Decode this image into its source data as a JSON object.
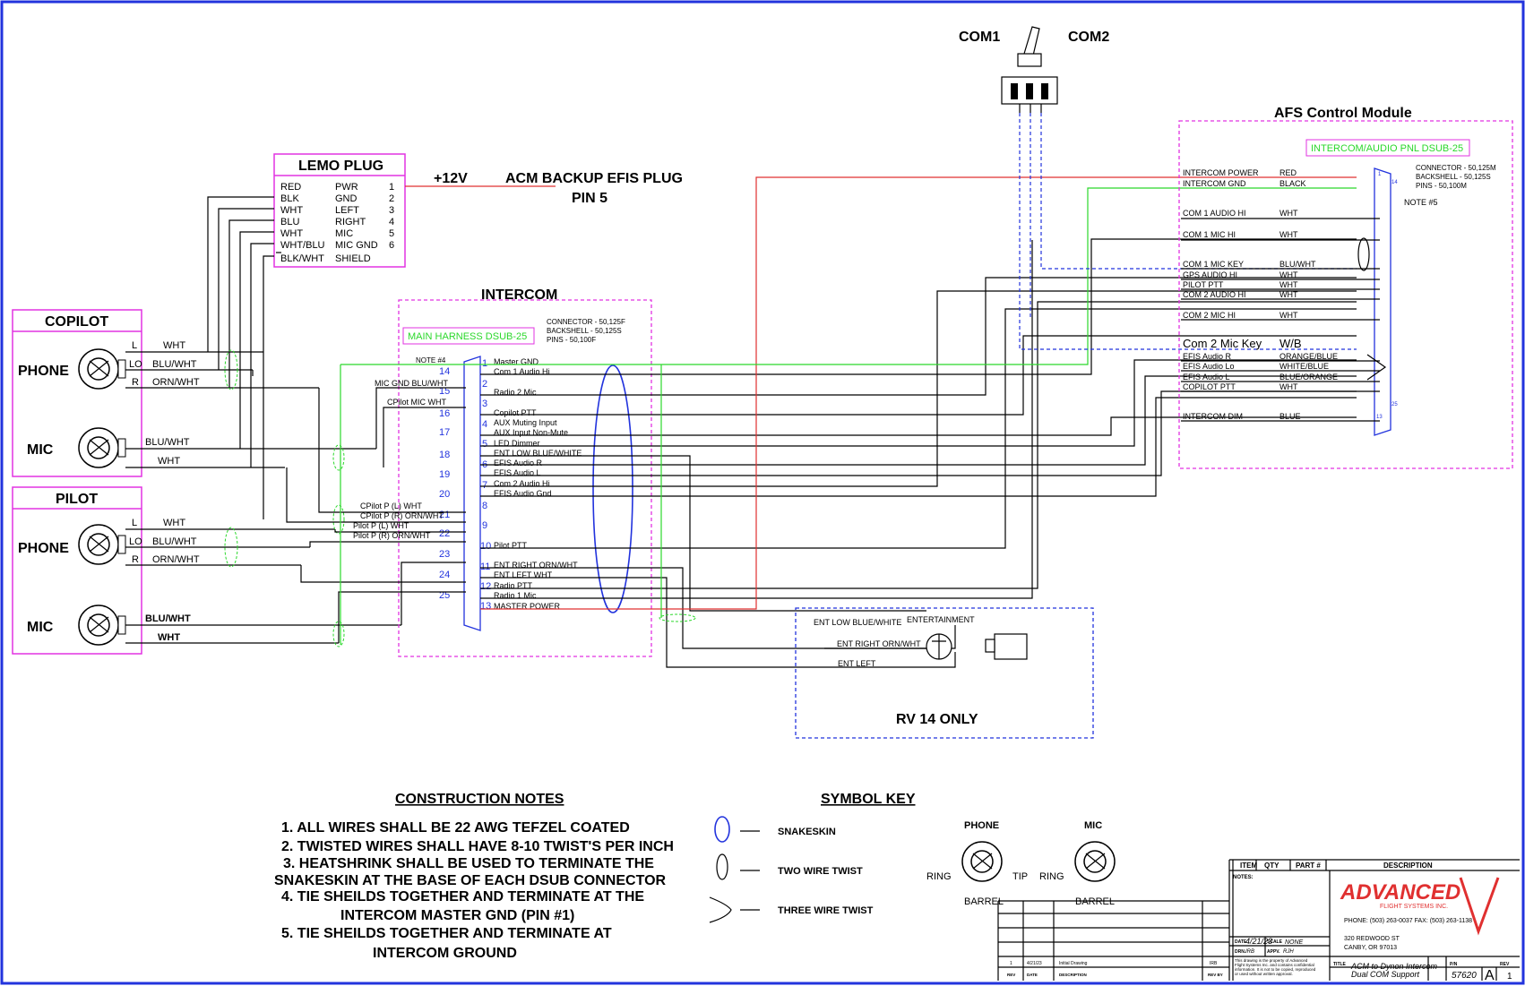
{
  "colors": {
    "border": "#2233dd",
    "ground": "#2bd82b",
    "power": "#e03030",
    "box": "#e233e2",
    "wire": "#000000"
  },
  "switch": {
    "left": "COM1",
    "right": "COM2"
  },
  "lemo": {
    "title": "LEMO PLUG",
    "rows": [
      {
        "color": "RED",
        "signal": "PWR",
        "pin": "1"
      },
      {
        "color": "BLK",
        "signal": "GND",
        "pin": "2"
      },
      {
        "color": "WHT",
        "signal": "LEFT",
        "pin": "3"
      },
      {
        "color": "BLU",
        "signal": "RIGHT",
        "pin": "4"
      },
      {
        "color": "WHT",
        "signal": "MIC",
        "pin": "5"
      },
      {
        "color": "WHT/BLU",
        "signal": "MIC GND",
        "pin": "6"
      },
      {
        "color": "BLK/WHT",
        "signal": "SHIELD",
        "pin": ""
      }
    ],
    "v12": "+12V",
    "acm1": "ACM BACKUP EFIS PLUG",
    "acm2": "PIN 5"
  },
  "copilot": {
    "title": "COPILOT",
    "phone": "PHONE",
    "mic": "MIC",
    "phone_wires": [
      {
        "pin": "L",
        "color": "WHT"
      },
      {
        "pin": "LO",
        "color": "BLU/WHT"
      },
      {
        "pin": "R",
        "color": "ORN/WHT"
      }
    ],
    "mic_wires": [
      "BLU/WHT",
      "WHT"
    ]
  },
  "pilot": {
    "title": "PILOT",
    "phone": "PHONE",
    "mic": "MIC",
    "phone_wires": [
      {
        "pin": "L",
        "color": "WHT"
      },
      {
        "pin": "LO",
        "color": "BLU/WHT"
      },
      {
        "pin": "R",
        "color": "ORN/WHT"
      }
    ],
    "mic_wires": [
      "BLU/WHT",
      "WHT"
    ]
  },
  "intercom": {
    "title": "INTERCOM",
    "label": "MAIN HARNESS DSUB-25",
    "connector": [
      "CONNECTOR - 50,125F",
      "BACKSHELL - 50,125S",
      "PINS - 50,100F"
    ],
    "note": "NOTE #4",
    "left_pins": [
      "14",
      "15",
      "16",
      "17",
      "18",
      "19",
      "20",
      "21",
      "22",
      "23",
      "24",
      "25"
    ],
    "right_pins": [
      {
        "pin": "1",
        "label": "Master GND"
      },
      {
        "pin": "2",
        "label": ""
      },
      {
        "pin": "3",
        "label": ""
      },
      {
        "pin": "4",
        "label": "AUX Muting Input"
      },
      {
        "pin": "5",
        "label": "LED Dimmer"
      },
      {
        "pin": "6",
        "label": "EFIS Audio R"
      },
      {
        "pin": "7",
        "label": "Com 2 Audio Hi"
      },
      {
        "pin": "8",
        "label": ""
      },
      {
        "pin": "9",
        "label": ""
      },
      {
        "pin": "10",
        "label": "Pilot PTT"
      },
      {
        "pin": "11",
        "label": "ENT RIGHT ORN/WHT"
      },
      {
        "pin": "12",
        "label": "Radio PTT"
      },
      {
        "pin": "13",
        "label": "MASTER POWER"
      }
    ],
    "between": [
      {
        "label": "Com 1 Audio Hi"
      },
      {
        "label": "Radio 2 Mic"
      },
      {
        "label": "Copilot PTT"
      },
      {
        "label": "AUX Input Non-Mute"
      },
      {
        "label": "ENT LOW BLUE/WHITE"
      },
      {
        "label": "EFIS Audio L"
      },
      {
        "label": "EFIS Audio Gnd"
      },
      {
        "label": "ENT LEFT   WHT"
      },
      {
        "label": "Radio 1 Mic"
      }
    ],
    "left_wire_labels": [
      "MIC GND  BLU/WHT",
      "CPilot MIC  WHT",
      "CPilot P (L)  WHT",
      "CPilot P (R)  ORN/WHT",
      "Pilot P (L)   WHT",
      "Pilot P (R)   ORN/WHT"
    ]
  },
  "afs": {
    "title": "AFS Control Module",
    "label": "INTERCOM/AUDIO PNL DSUB-25",
    "connector": [
      "CONNECTOR - 50,125M",
      "BACKSHELL - 50,125S",
      "PINS - 50,100M"
    ],
    "note": "NOTE #5",
    "pin1": "1",
    "pin14": "14",
    "pin25": "25",
    "pin13": "13",
    "rows": [
      {
        "name": "INTERCOM POWER",
        "color": "RED"
      },
      {
        "name": "INTERCOM GND",
        "color": "BLACK"
      },
      {
        "name": "COM 1 AUDIO HI",
        "color": "WHT"
      },
      {
        "name": "COM 1 MIC HI",
        "color": "WHT"
      },
      {
        "name": "COM 1 MIC KEY",
        "color": "BLU/WHT"
      },
      {
        "name": "GPS AUDIO HI",
        "color": "WHT"
      },
      {
        "name": "PILOT PTT",
        "color": "WHT"
      },
      {
        "name": "COM 2 AUDIO HI",
        "color": "WHT"
      },
      {
        "name": "COM 2 MIC HI",
        "color": "WHT"
      },
      {
        "name": "Com 2 Mic Key",
        "color": "W/B"
      },
      {
        "name": "EFIS Audio R",
        "color": "ORANGE/BLUE"
      },
      {
        "name": "EFIS Audio Lo",
        "color": "WHITE/BLUE"
      },
      {
        "name": "EFIS Audio L",
        "color": "BLUE/ORANGE"
      },
      {
        "name": "COPILOT PTT",
        "color": "WHT"
      },
      {
        "name": "INTERCOM DIM",
        "color": "BLUE"
      }
    ]
  },
  "entertainment": {
    "title": "ENTERTAINMENT",
    "low": "ENT LOW BLUE/WHITE",
    "right": "ENT RIGHT ORN/WHT",
    "left": "ENT LEFT",
    "footer": "RV 14 ONLY"
  },
  "notes": {
    "title": "CONSTRUCTION NOTES",
    "lines": [
      "1. ALL WIRES SHALL BE 22 AWG TEFZEL COATED",
      "2. TWISTED WIRES SHALL HAVE 8-10 TWIST'S PER INCH",
      "3. HEATSHRINK SHALL BE USED TO TERMINATE THE",
      "SNAKESKIN AT THE BASE OF EACH DSUB CONNECTOR",
      "4. TIE SHEILDS TOGETHER AND TERMINATE AT THE",
      "INTERCOM MASTER GND (PIN #1)",
      "5. TIE SHEILDS TOGETHER AND TERMINATE AT",
      "INTERCOM GROUND"
    ]
  },
  "key": {
    "title": "SYMBOL KEY",
    "items": [
      "SNAKESKIN",
      "TWO WIRE TWIST",
      "THREE WIRE TWIST"
    ]
  },
  "jacks": {
    "phone": "PHONE",
    "mic": "MIC",
    "ring": "RING",
    "tip": "TIP",
    "barrel": "BARREL"
  },
  "titleblock": {
    "item": "ITEM",
    "qty": "QTY",
    "part": "PART #",
    "desc": "DESCRIPTION",
    "notes": "NOTES:",
    "company": "ADVANCED",
    "company_sub": "FLIGHT SYSTEMS INC.",
    "phone": "PHONE: (503) 263-0037  FAX: (503) 263-1138",
    "addr1": "320 REDWOOD ST",
    "addr2": "CANBY, OR 97013",
    "date_label": "DATE",
    "date": "4/21/23",
    "scale_label": "SCALE",
    "scale": "NONE",
    "drn_label": "DRN.",
    "drn": "IRB",
    "appv_label": "APPV.",
    "appv": "RJH",
    "property1": "This drawing is the property of Advanced",
    "property2": "Flight Systems Inc. and contains confidential",
    "property3": "information. It is not to be copied, reproduced",
    "property4": "or used without written approval.",
    "title_label": "TITLE",
    "title1": "ACM  to  Dynon  Intercom",
    "title2": "Dual  COM  Support",
    "pn_label": "P/N",
    "pn": "57620",
    "size": "A",
    "rev_label": "REV",
    "rev": "1",
    "rev_row": {
      "rev": "1",
      "date": "4/21/23",
      "desc": "Initial  Drawing",
      "by": "IRB"
    },
    "rev_hdr": {
      "rev": "REV",
      "date": "DATE",
      "desc": "DESCRIPTION",
      "by": "REV BY"
    }
  }
}
